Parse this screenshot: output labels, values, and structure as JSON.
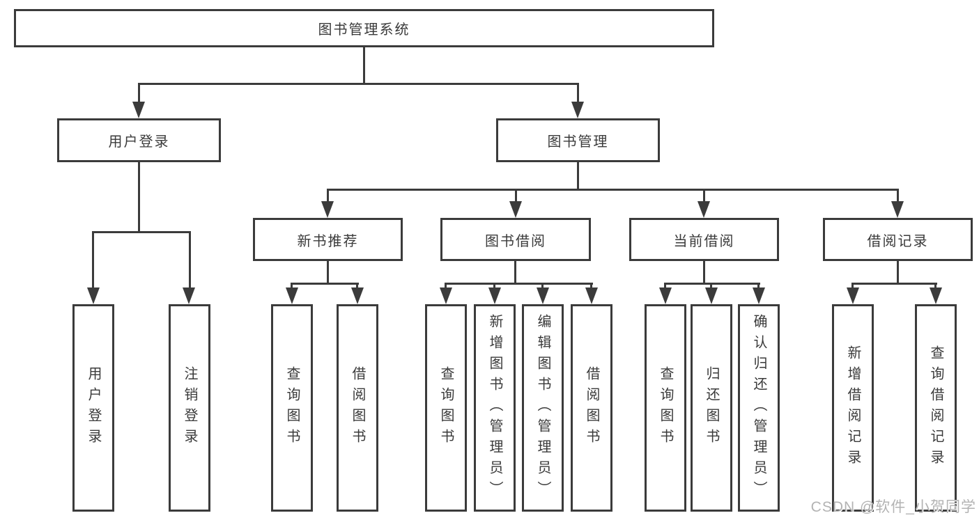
{
  "watermark": {
    "text": "CSDN @软件_小贺同学"
  },
  "colors": {
    "line": "#3b3b3b",
    "text": "#3a3a3a",
    "background": "#ffffff",
    "watermark": "#b3b3b3"
  },
  "tree": {
    "root": {
      "label": "图书管理系统"
    },
    "level2": [
      {
        "label": "用户登录",
        "children": [
          {
            "label": "用户登录"
          },
          {
            "label": "注销登录"
          }
        ]
      },
      {
        "label": "图书管理",
        "children": [
          {
            "label": "新书推荐",
            "children": [
              {
                "label": "查询图书"
              },
              {
                "label": "借阅图书"
              }
            ]
          },
          {
            "label": "图书借阅",
            "children": [
              {
                "label": "查询图书"
              },
              {
                "label": "新增图书（管理员）"
              },
              {
                "label": "编辑图书（管理员）"
              },
              {
                "label": "借阅图书"
              }
            ]
          },
          {
            "label": "当前借阅",
            "children": [
              {
                "label": "查询图书"
              },
              {
                "label": "归还图书"
              },
              {
                "label": "确认归还（管理员）"
              }
            ]
          },
          {
            "label": "借阅记录",
            "children": [
              {
                "label": "新增借阅记录"
              },
              {
                "label": "查询借阅记录"
              }
            ]
          }
        ]
      }
    ]
  }
}
